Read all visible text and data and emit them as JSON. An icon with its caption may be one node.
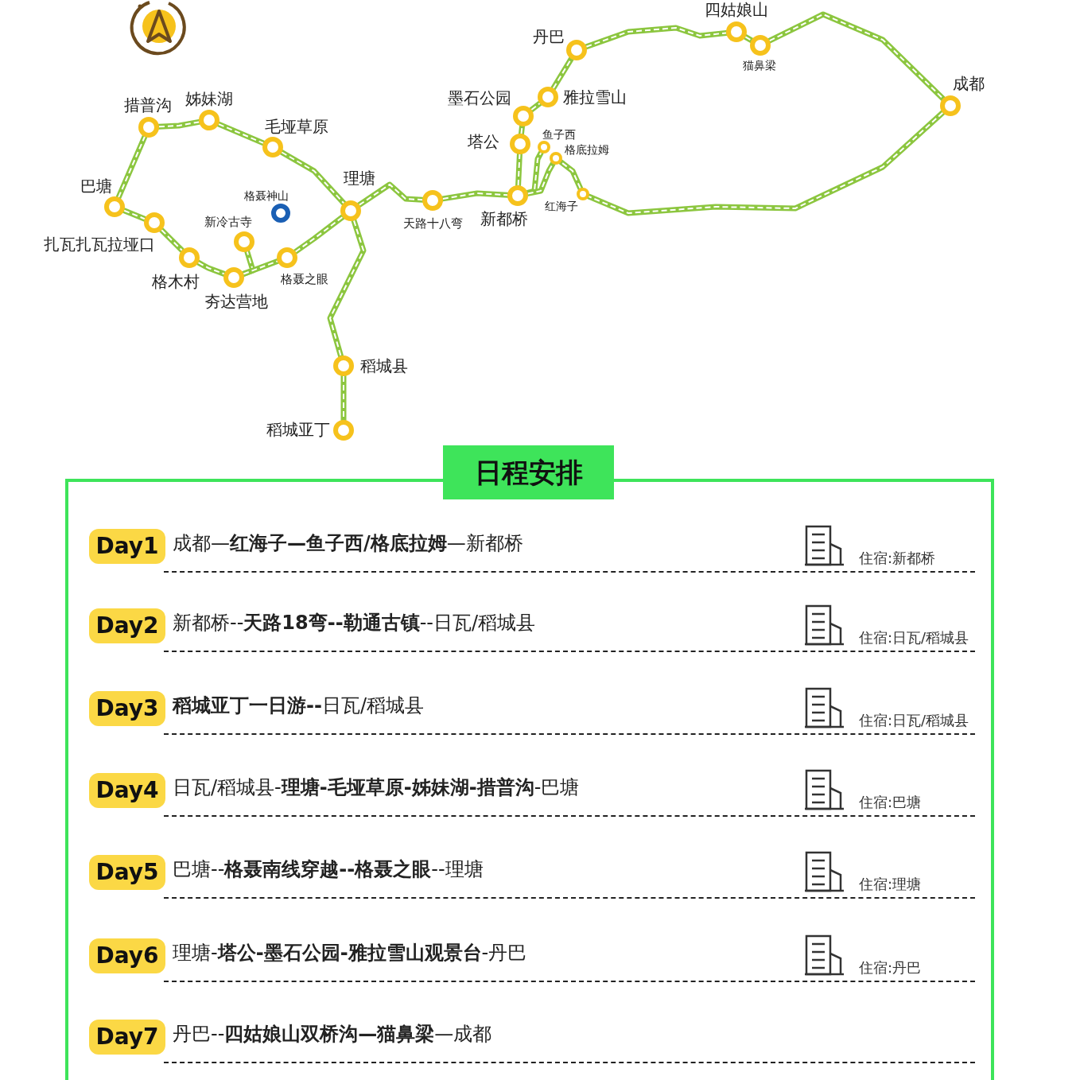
{
  "diagram": {
    "nodes": [
      {
        "text": [],
        "shape": "circle",
        "beside": [
          "措普沟"
        ]
      },
      {
        "text": [],
        "shape": "circle",
        "beside": [
          "姊妹湖"
        ]
      },
      {
        "text": [],
        "shape": "circle",
        "beside": [
          "毛垭草原"
        ]
      },
      {
        "text": [],
        "shape": "circle",
        "beside": [
          "巴塘"
        ]
      },
      {
        "text": [],
        "shape": "circle",
        "beside": [
          "扎瓦扎瓦拉垭口"
        ]
      },
      {
        "text": [],
        "shape": "circle",
        "beside": [
          "理塘"
        ]
      },
      {
        "text": [],
        "shape": "circle",
        "beside": [
          "格聂神山"
        ]
      },
      {
        "text": [],
        "shape": "circle",
        "beside": [
          "新冷古寺"
        ]
      },
      {
        "text": [],
        "shape": "circle",
        "beside": [
          "格木村"
        ]
      },
      {
        "text": [],
        "shape": "circle",
        "beside": [
          "夯达营地"
        ]
      },
      {
        "text": [],
        "shape": "circle",
        "beside": [
          "格聂之眼"
        ]
      },
      {
        "text": [],
        "shape": "circle",
        "beside": [
          "天路十八弯"
        ]
      },
      {
        "text": [],
        "shape": "circle",
        "beside": [
          "新都桥"
        ]
      },
      {
        "text": [],
        "shape": "circle",
        "beside": [
          "塔公"
        ]
      },
      {
        "text": [],
        "shape": "circle",
        "beside": [
          "墨石公园"
        ]
      },
      {
        "text": [],
        "shape": "circle",
        "beside": [
          "雅拉雪山"
        ]
      },
      {
        "text": [],
        "shape": "circle",
        "beside": [
          "丹巴"
        ]
      },
      {
        "text": [],
        "shape": "circle",
        "beside": [
          "鱼子西"
        ]
      },
      {
        "text": [],
        "shape": "circle",
        "beside": [
          "格底拉姆"
        ]
      },
      {
        "text": [],
        "shape": "circle",
        "beside": [
          "红海子"
        ]
      },
      {
        "text": [],
        "shape": "circle",
        "beside": [
          "四姑娘山"
        ]
      },
      {
        "text": [],
        "shape": "circle",
        "beside": [
          "猫鼻梁"
        ]
      },
      {
        "text": [],
        "shape": "circle",
        "beside": [
          "成都"
        ]
      },
      {
        "text": [],
        "shape": "circle",
        "beside": [
          "稻城县"
        ]
      },
      {
        "text": [],
        "shape": "circle",
        "beside": [
          "稻城亚丁"
        ]
      },
      {
        "text": [
          "日程安排"
        ]
      },
      {
        "text": [
          "Day1"
        ],
        "in": 25,
        "beside": [
          "成都—**红海子—鱼子西/格底拉姆**—新都桥"
        ]
      },
      {
        "text": [
          "Day2"
        ],
        "in": 25,
        "beside": [
          "新都桥--**天路18弯--勒通古镇**--日瓦/稻城县"
        ]
      },
      {
        "text": [
          "Day3"
        ],
        "in": 25,
        "beside": [
          "**稻城亚丁一日游--**日瓦/稻城县"
        ]
      },
      {
        "text": [
          "Day4"
        ],
        "in": 25,
        "beside": [
          "日瓦/稻城县-**理塘-毛垭草原-姊妹湖-措普沟**-巴塘"
        ]
      },
      {
        "text": [
          "Day5"
        ],
        "in": 25,
        "beside": [
          "巴塘--**格聂南线穿越--格聂之眼**--理塘"
        ]
      },
      {
        "text": [
          "Day6"
        ],
        "in": 25,
        "beside": [
          "理塘-**塔公-墨石公园-雅拉雪山观景台**-丹巴"
        ]
      },
      {
        "text": [
          "Day7"
        ],
        "in": 25,
        "beside": [
          "丹巴--**四姑娘山双桥沟—猫鼻梁**—成都"
        ]
      }
    ],
    "edges": [
      {
        "from": 0,
        "to": 1,
        "arrow": "none"
      },
      {
        "from": 1,
        "to": 2,
        "arrow": "none"
      },
      {
        "from": 2,
        "to": 5,
        "arrow": "none"
      },
      {
        "from": 3,
        "to": 0,
        "arrow": "none"
      },
      {
        "from": 3,
        "to": 4,
        "arrow": "none"
      },
      {
        "from": 4,
        "to": 8,
        "arrow": "none"
      },
      {
        "from": 8,
        "to": 9,
        "arrow": "none"
      },
      {
        "from": 9,
        "to": 7,
        "arrow": "none"
      },
      {
        "from": 9,
        "to": 10,
        "arrow": "none"
      },
      {
        "from": 10,
        "to": 5,
        "arrow": "none"
      },
      {
        "from": 5,
        "to": 11,
        "arrow": "none"
      },
      {
        "from": 11,
        "to": 12,
        "arrow": "none"
      },
      {
        "from": 5,
        "to": 23,
        "arrow": "none"
      },
      {
        "from": 23,
        "to": 24,
        "arrow": "none"
      },
      {
        "from": 12,
        "to": 13,
        "arrow": "none"
      },
      {
        "from": 13,
        "to": 14,
        "arrow": "none"
      },
      {
        "from": 14,
        "to": 15,
        "arrow": "none"
      },
      {
        "from": 15,
        "to": 16,
        "arrow": "none"
      },
      {
        "from": 16,
        "to": 20,
        "arrow": "none"
      },
      {
        "from": 20,
        "to": 21,
        "arrow": "none"
      },
      {
        "from": 21,
        "to": 22,
        "arrow": "none"
      },
      {
        "from": 22,
        "to": 19,
        "arrow": "none"
      },
      {
        "from": 19,
        "to": 18,
        "arrow": "none"
      },
      {
        "from": 12,
        "to": 17,
        "arrow": "none"
      },
      {
        "from": 12,
        "to": 18,
        "arrow": "none"
      }
    ],
    "labels": [
      "住宿:新都桥",
      "住宿:日瓦/稻城县",
      "住宿:日瓦/稻城县",
      "住宿:巴塘",
      "住宿:理塘",
      "住宿:丹巴"
    ]
  }
}
